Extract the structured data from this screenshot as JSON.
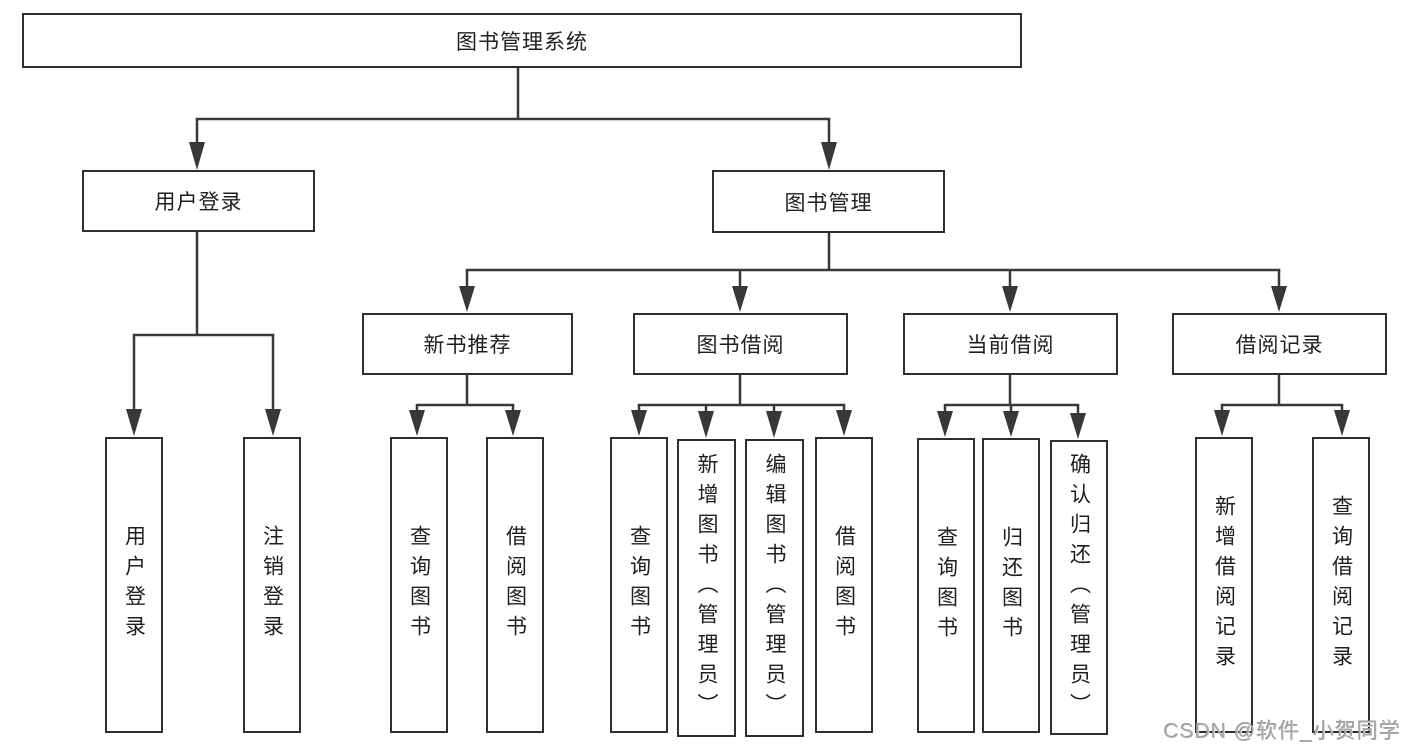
{
  "diagram": {
    "root": {
      "label": "图书管理系统"
    },
    "branches": [
      {
        "label": "用户登录",
        "children": [
          {
            "label": "用户登录"
          },
          {
            "label": "注销登录"
          }
        ]
      },
      {
        "label": "图书管理",
        "children": [
          {
            "label": "新书推荐",
            "children": [
              {
                "label": "查询图书"
              },
              {
                "label": "借阅图书"
              }
            ]
          },
          {
            "label": "图书借阅",
            "children": [
              {
                "label": "查询图书"
              },
              {
                "label": "新增图书（管理员）"
              },
              {
                "label": "编辑图书（管理员）"
              },
              {
                "label": "借阅图书"
              }
            ]
          },
          {
            "label": "当前借阅",
            "children": [
              {
                "label": "查询图书"
              },
              {
                "label": "归还图书"
              },
              {
                "label": "确认归还（管理员）"
              }
            ]
          },
          {
            "label": "借阅记录",
            "children": [
              {
                "label": "新增借阅记录"
              },
              {
                "label": "查询借阅记录"
              }
            ]
          }
        ]
      }
    ]
  },
  "watermark": {
    "text": "CSDN @软件_小贺同学"
  },
  "colors": {
    "line": "#383838",
    "box_border": "#2e2e2e",
    "text": "#1f1f1f",
    "background": "#ffffff",
    "watermark": "#a9a9a9"
  }
}
